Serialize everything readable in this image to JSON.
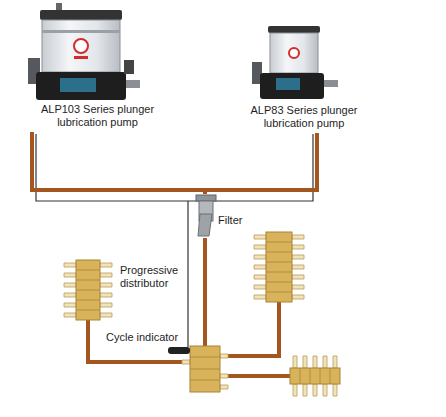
{
  "diagram": {
    "nodes": [
      {
        "text": [
          "ALP103 Series plunger lubrication pump"
        ]
      },
      {
        "text": [
          "ALP83 Series plunger lubrication pump"
        ]
      },
      {
        "text": [
          "Filter"
        ]
      },
      {
        "text": [
          "Progressive distributor"
        ]
      }
    ],
    "edges": [
      {
        "from": 0,
        "to": 2,
        "arrow": "none"
      },
      {
        "from": 1,
        "to": 2,
        "arrow": "none"
      }
    ],
    "labels": [
      "Cycle indicator"
    ]
  }
}
